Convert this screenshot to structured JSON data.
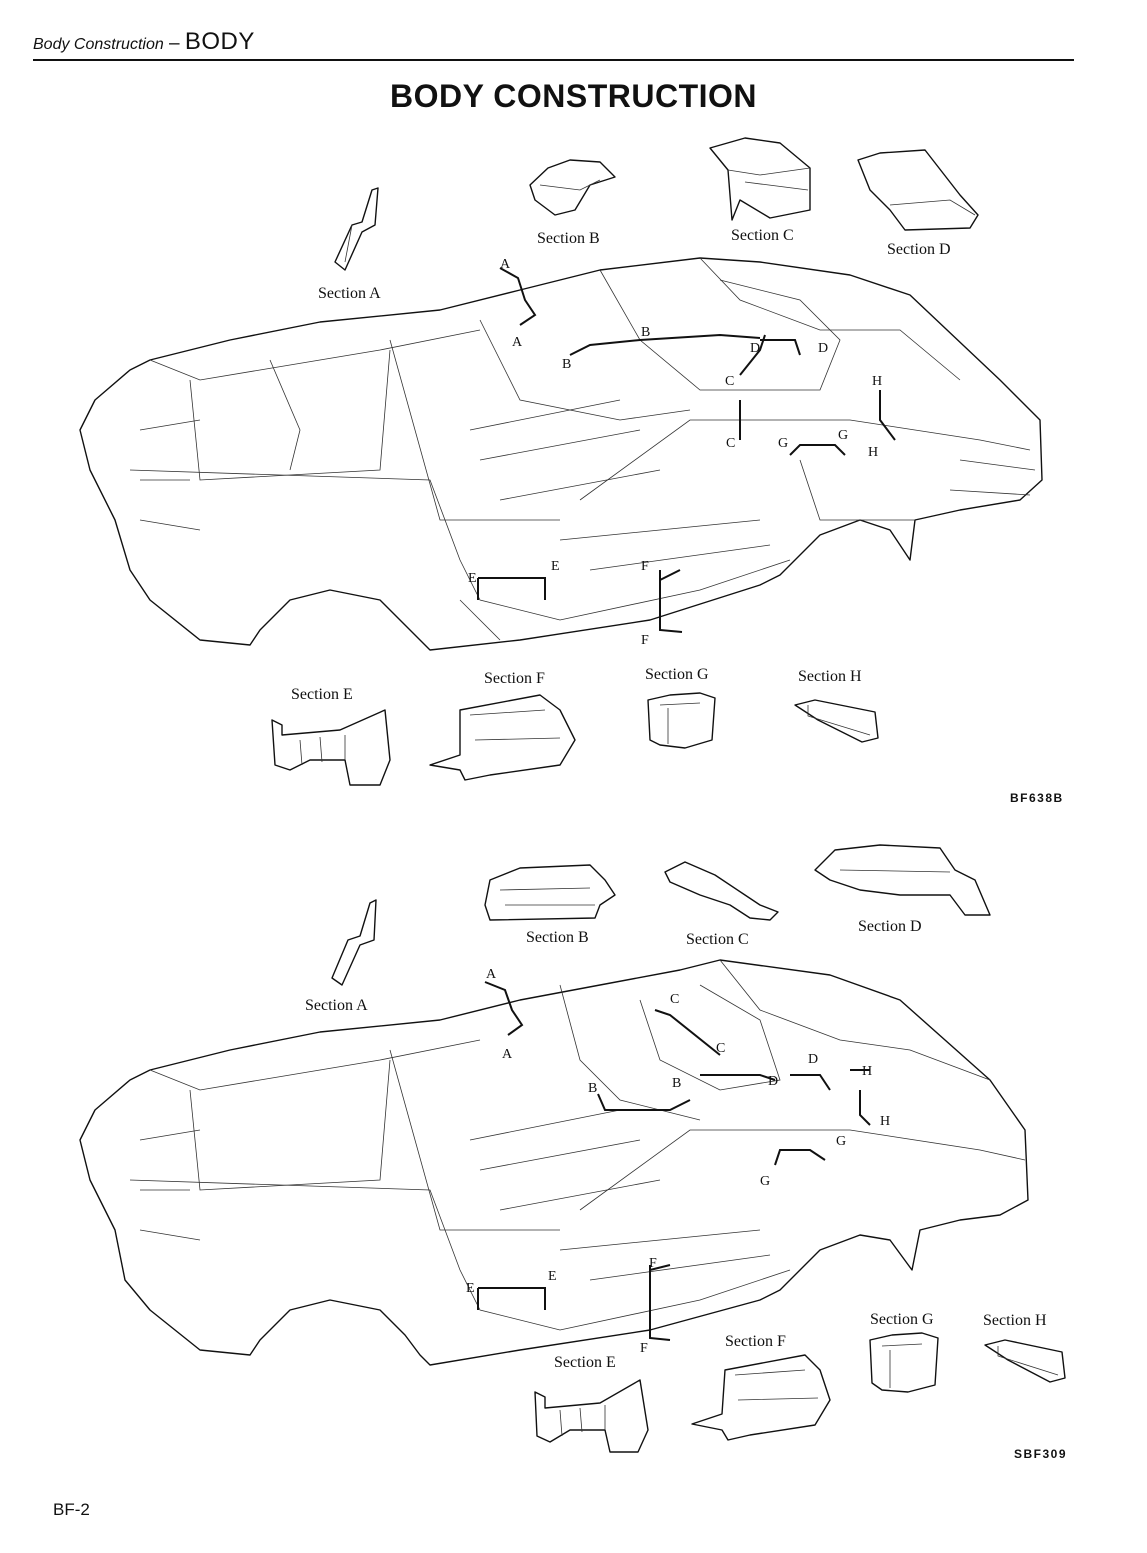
{
  "header": {
    "section_italic": "Body Construction",
    "dash": " – ",
    "chapter": "BODY"
  },
  "title": "BODY CONSTRUCTION",
  "figures": [
    {
      "code": "BF638B",
      "sections": [
        {
          "id": "A",
          "label": "Section A"
        },
        {
          "id": "B",
          "label": "Section B"
        },
        {
          "id": "C",
          "label": "Section C"
        },
        {
          "id": "D",
          "label": "Section D"
        },
        {
          "id": "E",
          "label": "Section E"
        },
        {
          "id": "F",
          "label": "Section F"
        },
        {
          "id": "G",
          "label": "Section G"
        },
        {
          "id": "H",
          "label": "Section H"
        }
      ],
      "callout_letters": [
        "A",
        "A",
        "B",
        "B",
        "C",
        "C",
        "D",
        "D",
        "E",
        "E",
        "F",
        "F",
        "G",
        "G",
        "H",
        "H"
      ]
    },
    {
      "code": "SBF309",
      "sections": [
        {
          "id": "A",
          "label": "Section A"
        },
        {
          "id": "B",
          "label": "Section B"
        },
        {
          "id": "C",
          "label": "Section C"
        },
        {
          "id": "D",
          "label": "Section D"
        },
        {
          "id": "E",
          "label": "Section E"
        },
        {
          "id": "F",
          "label": "Section F"
        },
        {
          "id": "G",
          "label": "Section G"
        },
        {
          "id": "H",
          "label": "Section H"
        }
      ],
      "callout_letters": [
        "A",
        "A",
        "B",
        "B",
        "C",
        "C",
        "D",
        "D",
        "E",
        "E",
        "F",
        "F",
        "G",
        "G",
        "H",
        "H"
      ]
    }
  ],
  "page_number": "BF-2"
}
